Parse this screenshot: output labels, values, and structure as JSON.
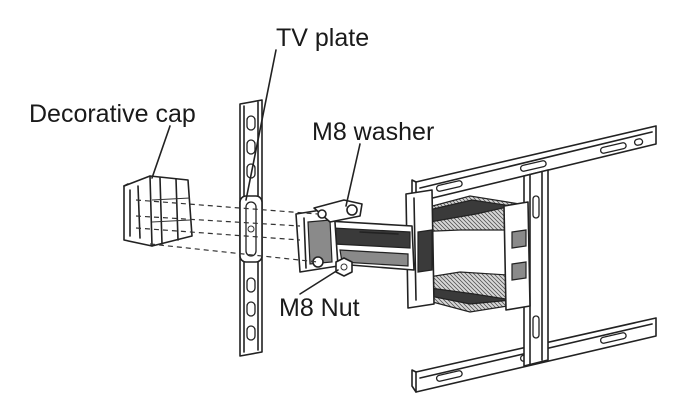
{
  "labels": {
    "tv_plate": "TV plate",
    "decorative_cap": "Decorative cap",
    "m8_washer": "M8 washer",
    "m8_nut": "M8 Nut"
  }
}
